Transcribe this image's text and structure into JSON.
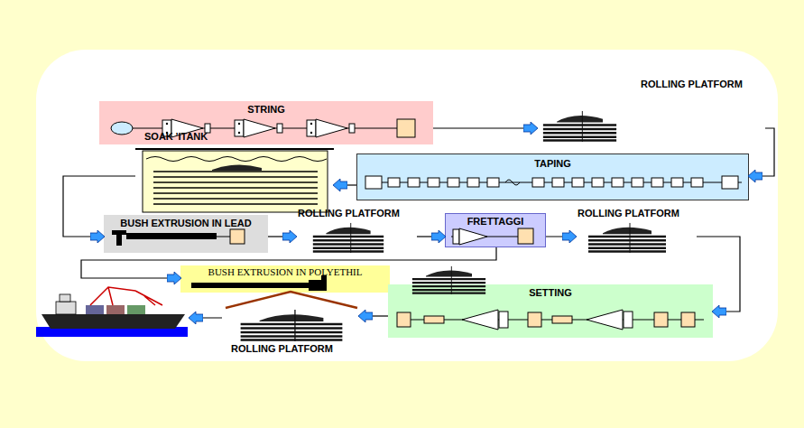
{
  "diagram": {
    "nodes": [
      {
        "text": [
          "STRING"
        ]
      },
      {
        "text": [
          "ROLLING PLATFORM"
        ]
      },
      {
        "text": [
          "SOAK 'ITANK"
        ]
      },
      {
        "text": [
          "TAPING"
        ]
      },
      {
        "text": [
          "BUSH EXTRUSION  IN LEAD"
        ]
      },
      {
        "text": [
          "ROLLING PLATFORM"
        ]
      },
      {
        "text": [
          "FRETTAGGI"
        ]
      },
      {
        "text": [
          "ROLLING PLATFORM"
        ]
      },
      {
        "text": [
          "BUSH EXTRUSION IN POLYETHIL"
        ]
      },
      {
        "text": [
          "SETTING"
        ]
      },
      {
        "text": [
          "ROLLING PLATFORM"
        ]
      }
    ],
    "edges": [
      {
        "from": 0,
        "to": 1,
        "arrow": "to"
      },
      {
        "from": 1,
        "to": 3,
        "arrow": "to"
      },
      {
        "from": 3,
        "to": 2,
        "arrow": "to"
      },
      {
        "from": 2,
        "to": 4,
        "arrow": "to"
      },
      {
        "from": 4,
        "to": 5,
        "arrow": "to"
      },
      {
        "from": 5,
        "to": 6,
        "arrow": "to"
      },
      {
        "from": 6,
        "to": 7,
        "arrow": "to"
      },
      {
        "from": 6,
        "to": 8,
        "arrow": "to"
      },
      {
        "from": 7,
        "to": 9,
        "arrow": "to"
      },
      {
        "from": 9,
        "to": 10,
        "arrow": "to"
      }
    ]
  }
}
